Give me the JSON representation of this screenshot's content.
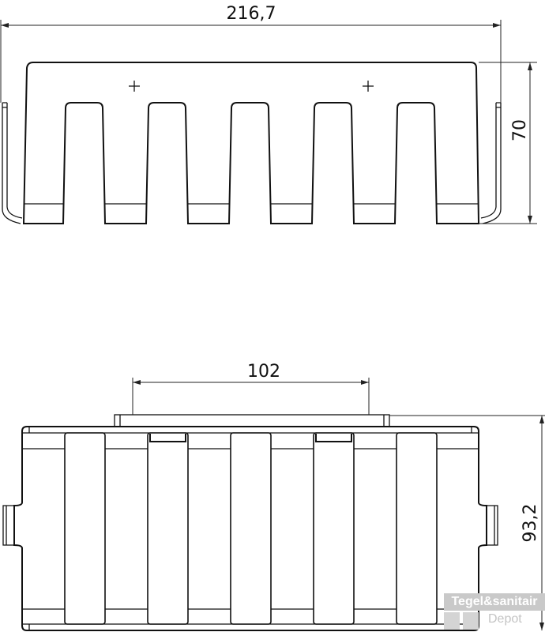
{
  "dimensions": {
    "overall_width": "216,7",
    "height_front": "70",
    "mount_spacing": "102",
    "depth": "93,2"
  },
  "watermark": {
    "line1": "Tegel&sanitair",
    "line2": "Depot"
  }
}
